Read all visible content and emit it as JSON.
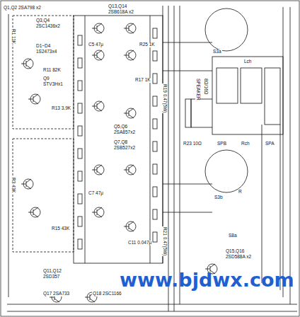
{
  "diagram": {
    "labels": [
      "Q1,Q2 2SA798 x2",
      "Q13,Q14",
      "2SB618A x2",
      "Q3,Q4",
      "2SC1436x2",
      "D1~D4",
      "1S2473x4",
      "R11 82K",
      "Q9",
      "STV3Hx1",
      "Q5,Q6",
      "2SA857x2",
      "Q7,Q8",
      "2SB527x2",
      "SPEAKER",
      "8Ω/16Ω",
      "Lch",
      "SPB",
      "Rch",
      "SPA",
      "S3a",
      "S3b",
      "R",
      "S8a",
      "Q15,Q16",
      "2SD588A x2",
      "Q11,Q12",
      "2SD357",
      "Q17 2SA733",
      "Q18 2SC1166",
      "R1 11K",
      "R3 43K",
      "R13 3.9K",
      "R15 43K",
      "C5 47μ",
      "C7 47μ",
      "R17 1K",
      "R19 0.47(5W)",
      "R21 0.47(5W)",
      "R23 10Ω",
      "C11 0.047μ",
      "R25 1K",
      "www.bjdwx.com"
    ]
  }
}
